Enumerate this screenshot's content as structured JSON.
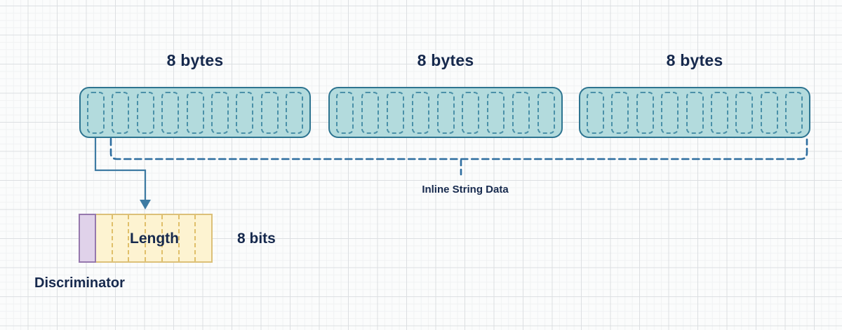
{
  "colors": {
    "canvas-bg": "#fbfcfc",
    "grid-major": "#dcdfe2",
    "grid-minor": "#f0f2f3",
    "teal-fill": "#b3dbdd",
    "teal-border": "#2d7490",
    "cell-stroke": "#4a90a8",
    "bracket-blue": "#2d6d9f",
    "arrow-blue": "#3e7ba3",
    "text-navy": "#16294d",
    "yellow-fill": "#fdf3d1",
    "yellow-border": "#dcc078",
    "yellow-dash": "#e0bf6a",
    "purple-fill": "#e0d2ea",
    "purple-border": "#9678ad"
  },
  "diagram": {
    "byte_groups": [
      {
        "label": "8 bytes"
      },
      {
        "label": "8 bytes"
      },
      {
        "label": "8 bytes"
      }
    ],
    "cells_per_group": 9,
    "bracket_label": "Inline String Data",
    "length_box": {
      "label": "Length",
      "bits_label": "8 bits",
      "discriminator_label": "Discriminator",
      "total_bit_cells": 8
    }
  }
}
